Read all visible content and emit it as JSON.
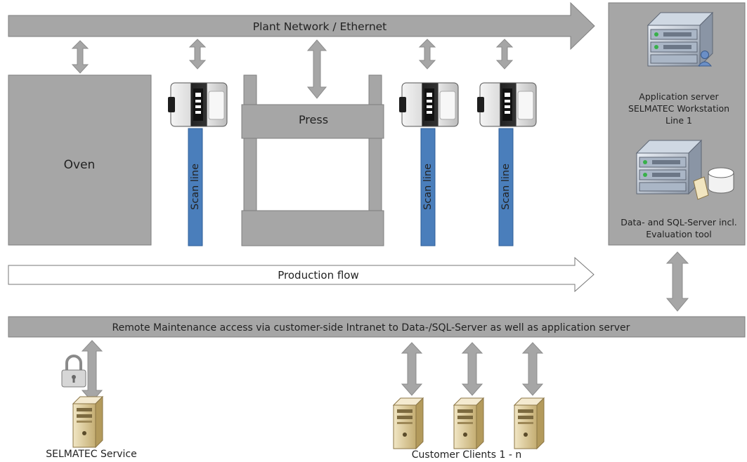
{
  "network": {
    "label": "Plant Network / Ethernet"
  },
  "oven": {
    "label": "Oven"
  },
  "press": {
    "label": "Press"
  },
  "scan_line": {
    "label": "Scan line"
  },
  "servers": {
    "app_label_line1": "Application server",
    "app_label_line2": "SELMATEC Workstation",
    "app_label_line3": "Line 1",
    "data_label_line1": "Data- and SQL-Server incl.",
    "data_label_line2": "Evaluation tool"
  },
  "flow": {
    "label": "Production flow"
  },
  "remote": {
    "label": "Remote Maintenance access via customer-side Intranet to Data-/SQL-Server as well as application server"
  },
  "service": {
    "label": "SELMATEC Service"
  },
  "clients": {
    "label": "Customer Clients 1 - n"
  },
  "colors": {
    "gray": "#a6a6a6",
    "scan_blue": "#4a7ebb",
    "server_beige": "#e8d7a6"
  }
}
